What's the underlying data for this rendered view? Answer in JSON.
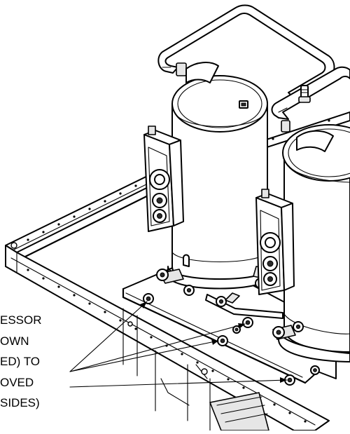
{
  "callout": {
    "lines": [
      "ESSOR",
      "OWN",
      "ED) TO",
      "OVED",
      "SIDES)"
    ]
  }
}
